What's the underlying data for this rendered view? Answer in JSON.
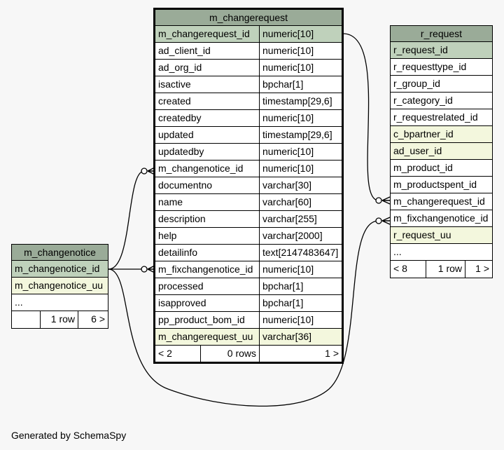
{
  "main": {
    "title": "m_changerequest",
    "columns": [
      {
        "name": "m_changerequest_id",
        "type": "numeric[10]",
        "key": "pk"
      },
      {
        "name": "ad_client_id",
        "type": "numeric[10]",
        "key": ""
      },
      {
        "name": "ad_org_id",
        "type": "numeric[10]",
        "key": ""
      },
      {
        "name": "isactive",
        "type": "bpchar[1]",
        "key": ""
      },
      {
        "name": "created",
        "type": "timestamp[29,6]",
        "key": ""
      },
      {
        "name": "createdby",
        "type": "numeric[10]",
        "key": ""
      },
      {
        "name": "updated",
        "type": "timestamp[29,6]",
        "key": ""
      },
      {
        "name": "updatedby",
        "type": "numeric[10]",
        "key": ""
      },
      {
        "name": "m_changenotice_id",
        "type": "numeric[10]",
        "key": ""
      },
      {
        "name": "documentno",
        "type": "varchar[30]",
        "key": ""
      },
      {
        "name": "name",
        "type": "varchar[60]",
        "key": ""
      },
      {
        "name": "description",
        "type": "varchar[255]",
        "key": ""
      },
      {
        "name": "help",
        "type": "varchar[2000]",
        "key": ""
      },
      {
        "name": "detailinfo",
        "type": "text[2147483647]",
        "key": ""
      },
      {
        "name": "m_fixchangenotice_id",
        "type": "numeric[10]",
        "key": ""
      },
      {
        "name": "processed",
        "type": "bpchar[1]",
        "key": ""
      },
      {
        "name": "isapproved",
        "type": "bpchar[1]",
        "key": ""
      },
      {
        "name": "pp_product_bom_id",
        "type": "numeric[10]",
        "key": ""
      },
      {
        "name": "m_changerequest_uu",
        "type": "varchar[36]",
        "key": "fk"
      }
    ],
    "footer": {
      "parents": "< 2",
      "rows": "0 rows",
      "children": "1 >"
    }
  },
  "notice": {
    "title": "m_changenotice",
    "columns": [
      {
        "name": "m_changenotice_id",
        "key": "pk"
      },
      {
        "name": "m_changenotice_uu",
        "key": "fk"
      },
      {
        "name": "...",
        "key": ""
      }
    ],
    "footer": {
      "parents": "",
      "rows": "1 row",
      "children": "6 >"
    }
  },
  "request": {
    "title": "r_request",
    "columns": [
      {
        "name": "r_request_id",
        "key": "pk"
      },
      {
        "name": "r_requesttype_id",
        "key": ""
      },
      {
        "name": "r_group_id",
        "key": ""
      },
      {
        "name": "r_category_id",
        "key": ""
      },
      {
        "name": "r_requestrelated_id",
        "key": ""
      },
      {
        "name": "c_bpartner_id",
        "key": "fk"
      },
      {
        "name": "ad_user_id",
        "key": "fk"
      },
      {
        "name": "m_product_id",
        "key": ""
      },
      {
        "name": "m_productspent_id",
        "key": ""
      },
      {
        "name": "m_changerequest_id",
        "key": ""
      },
      {
        "name": "m_fixchangenotice_id",
        "key": ""
      },
      {
        "name": "r_request_uu",
        "key": "fk"
      },
      {
        "name": "...",
        "key": ""
      }
    ],
    "footer": {
      "parents": "< 8",
      "rows": "1 row",
      "children": "1 >"
    }
  },
  "credit": "Generated by SchemaSpy"
}
